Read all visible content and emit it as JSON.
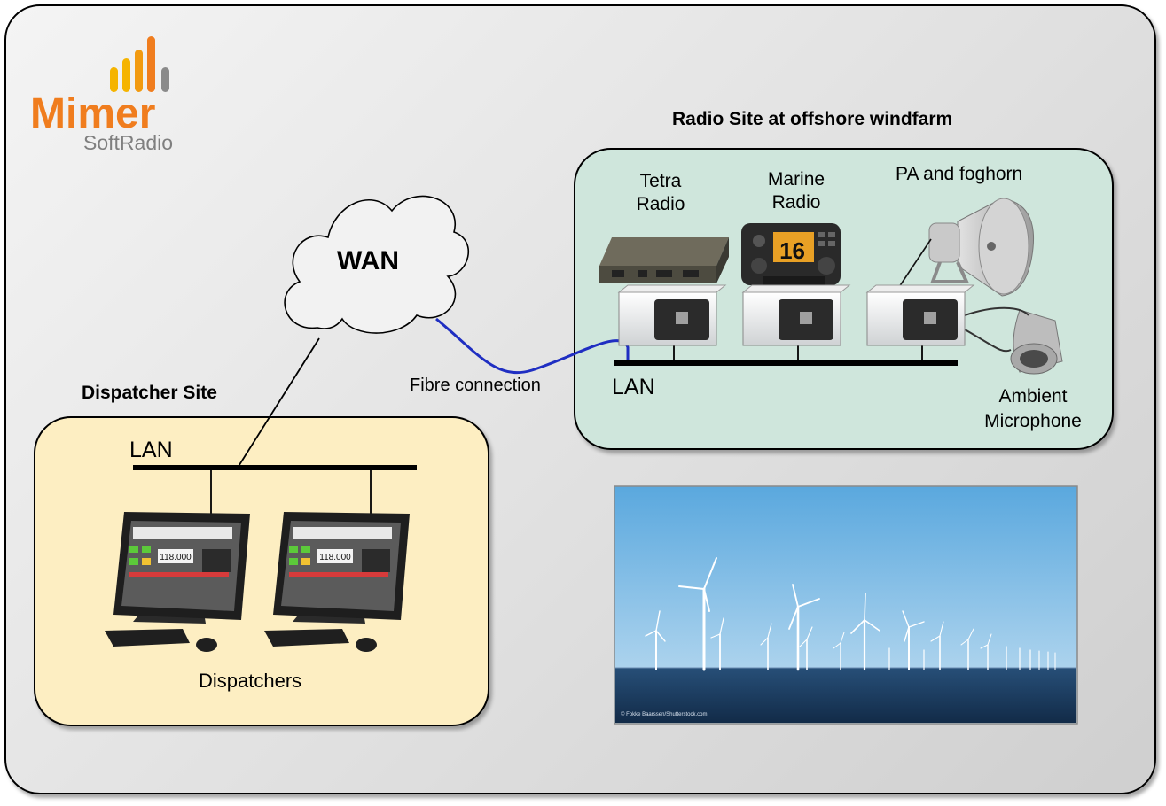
{
  "logo": {
    "brand": "Mimer",
    "product": "SoftRadio"
  },
  "wan": {
    "label": "WAN"
  },
  "fibre": {
    "label": "Fibre connection"
  },
  "dispatcher_site": {
    "title": "Dispatcher Site",
    "lan_label": "LAN",
    "caption": "Dispatchers",
    "screen_frequency": "118.000"
  },
  "radio_site": {
    "title": "Radio Site at offshore windfarm",
    "lan_label": "LAN",
    "devices": {
      "tetra": [
        "Tetra",
        "Radio"
      ],
      "marine": [
        "Marine",
        "Radio"
      ],
      "pa": "PA and foghorn",
      "mic": [
        "Ambient",
        "Microphone"
      ]
    },
    "marine_channel": "16"
  },
  "photo": {
    "credit": "© Fokke Baarssen/Shutterstock.com"
  },
  "colors": {
    "logo_orange": "#f07d1e",
    "logo_yellow": "#f5b400",
    "logo_gray": "#7f7f7f",
    "fibre_blue": "#1f2ec2",
    "dispatcher_bg": "#fdeec2",
    "radio_bg": "#cfe6dc"
  }
}
